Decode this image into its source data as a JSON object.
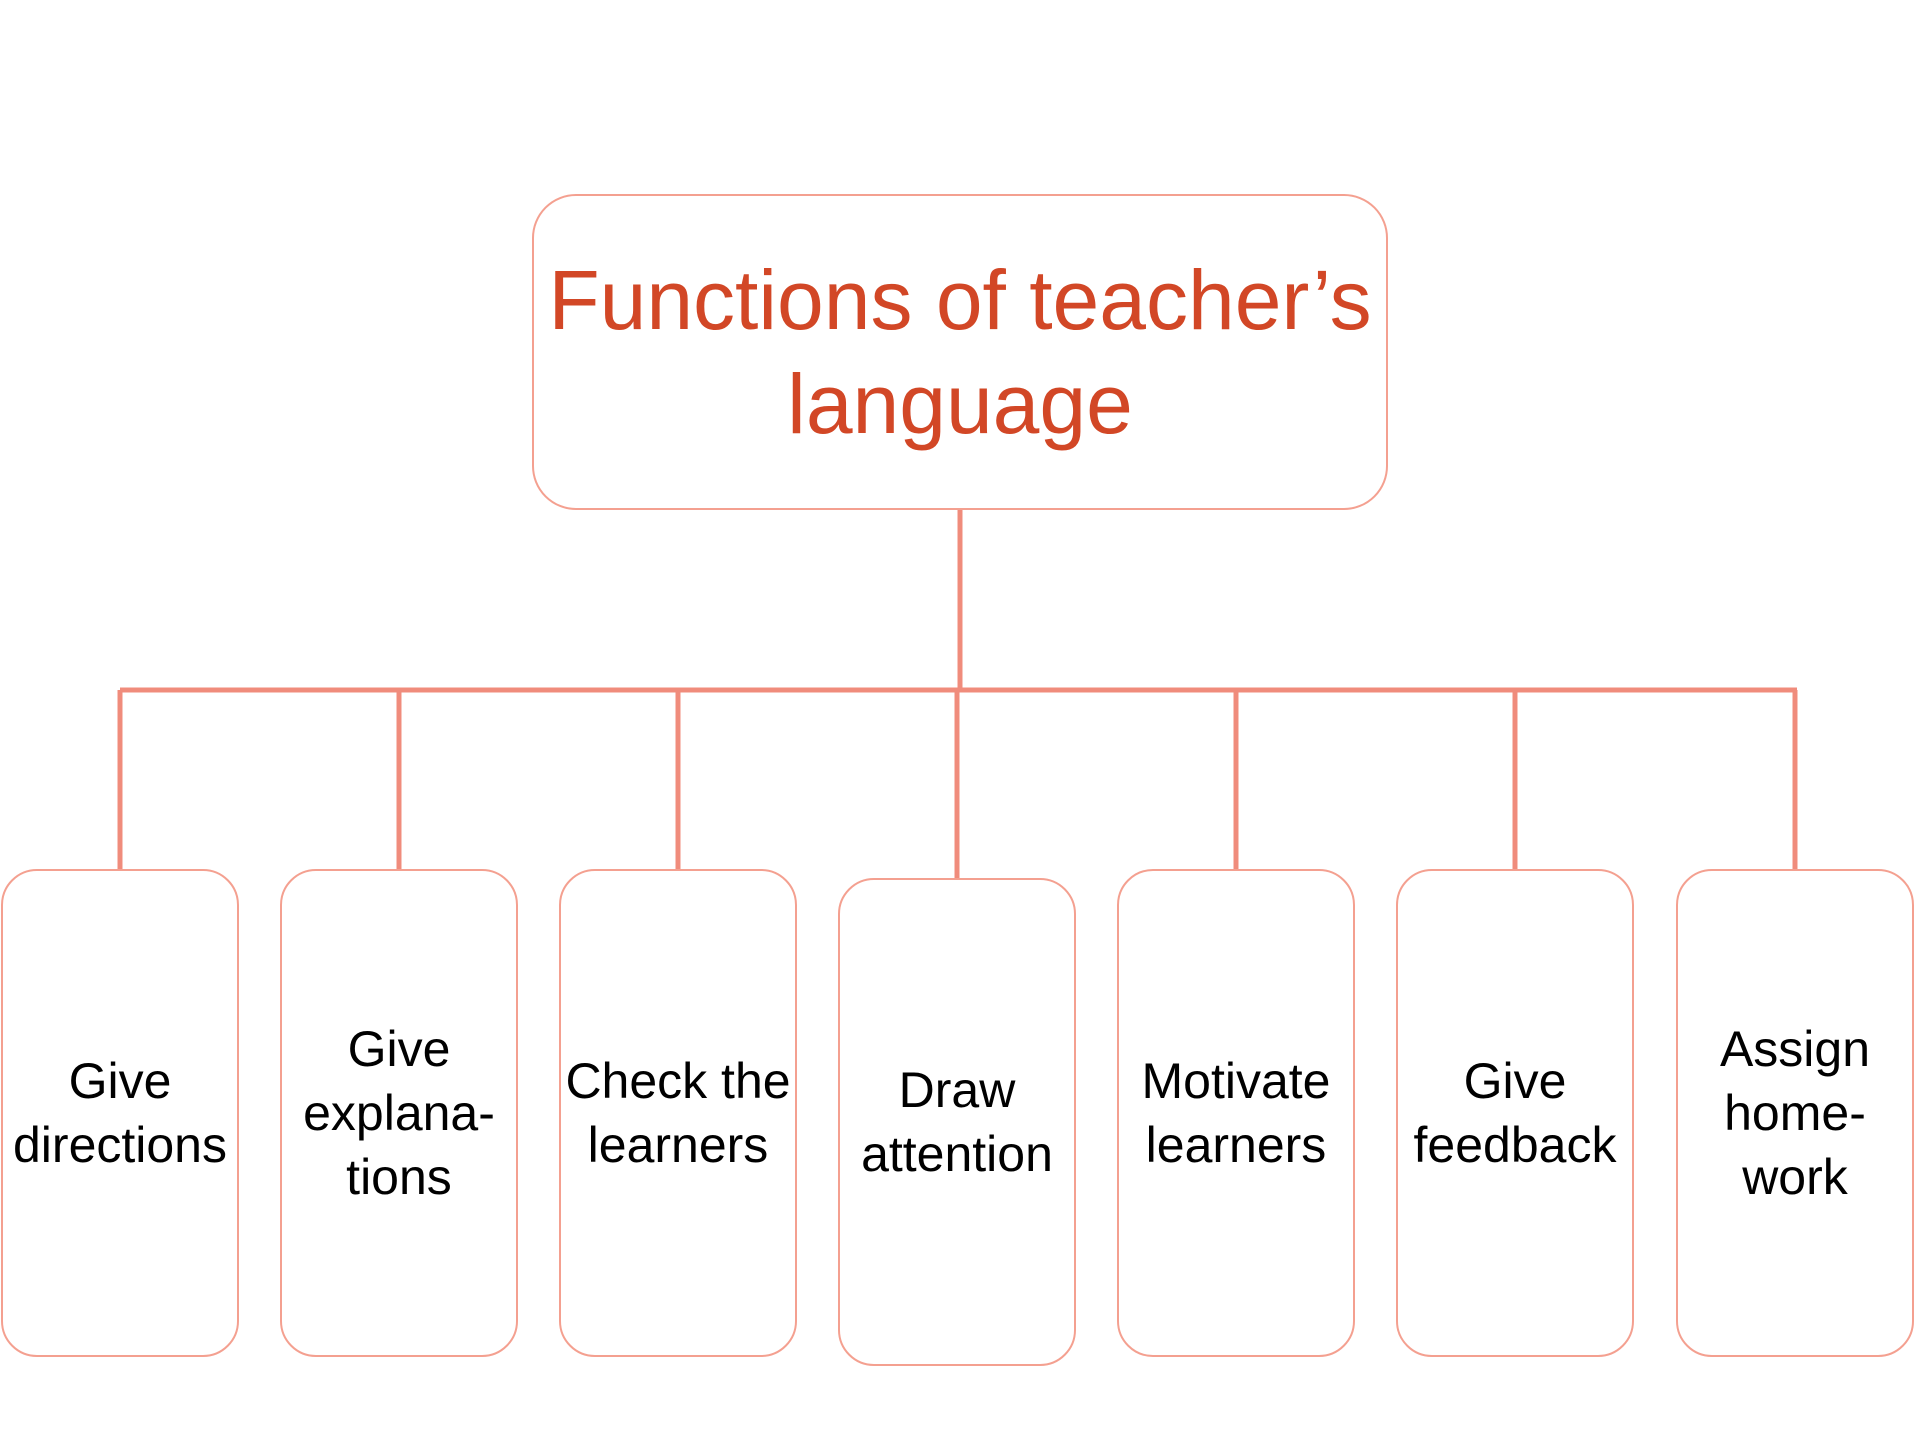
{
  "colors": {
    "connector": "#f08c7c",
    "box_border": "#f4a090",
    "title_text": "#d24726",
    "label_text": "#000000"
  },
  "root": {
    "label": "Functions of teacher’s language"
  },
  "children": [
    {
      "label": "Give\ndirections"
    },
    {
      "label": "Give\nexplana-\ntions"
    },
    {
      "label": "Check the\nlearners"
    },
    {
      "label": "Draw\nattention"
    },
    {
      "label": "Motivate\nlearners"
    },
    {
      "label": "Give\nfeedback"
    },
    {
      "label": "Assign\nhome-\nwork"
    }
  ]
}
